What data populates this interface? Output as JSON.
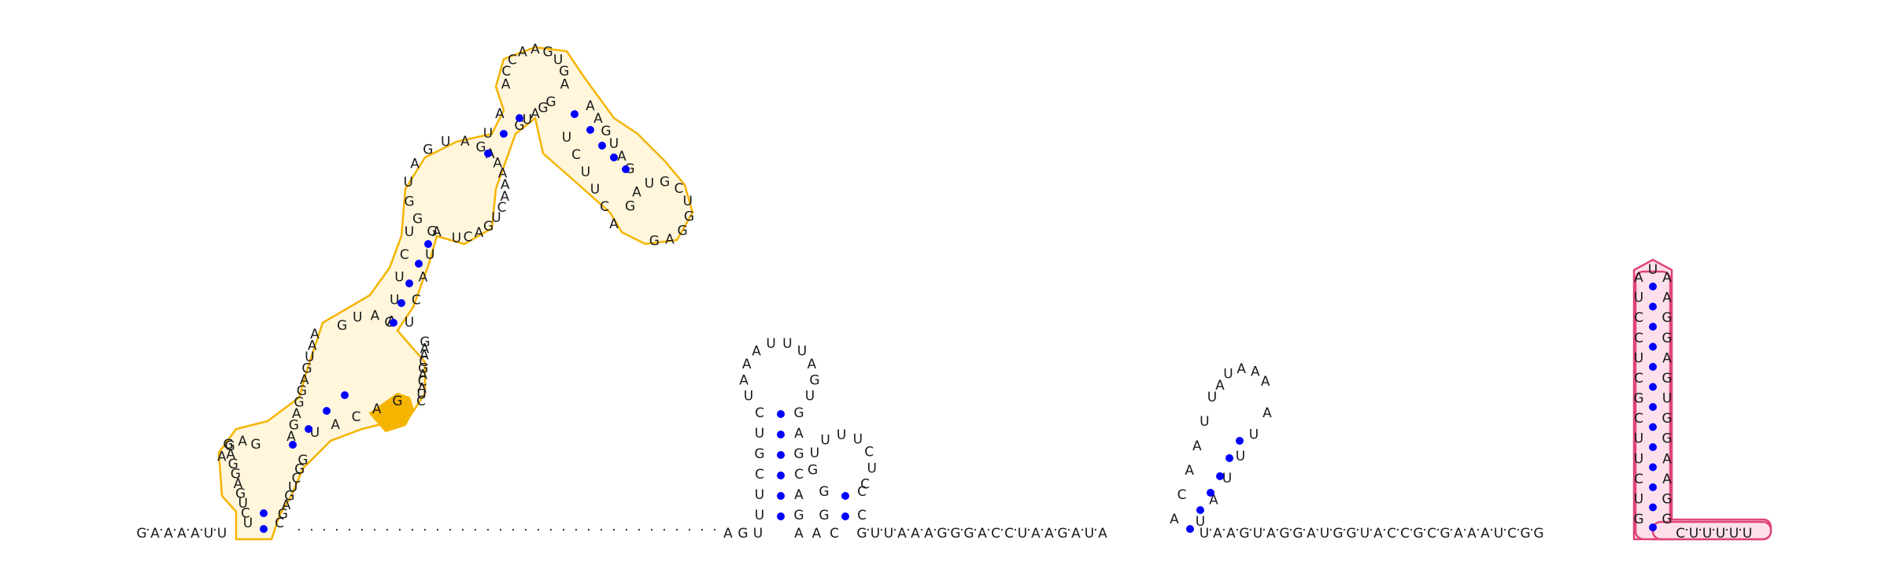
{
  "rna": {
    "linear_5prime": [
      "G",
      "A",
      "A",
      "A",
      "A",
      "U",
      "U"
    ],
    "linker": [
      "A",
      "G",
      "U"
    ],
    "stem1_inner_5": [
      "U",
      "U",
      "C",
      "G",
      "U",
      "C"
    ],
    "loop_hp1": [
      "U",
      "A",
      "A",
      "A",
      "U",
      "U",
      "U",
      "A",
      "G",
      "U"
    ],
    "hp1_right": [
      "G",
      "A",
      "G",
      "C",
      "A",
      "G"
    ],
    "mid_seq": [
      "A",
      "A",
      "C"
    ],
    "hp2_loop": [
      "G",
      "U",
      "U",
      "U",
      "U",
      "C",
      "U",
      "C"
    ],
    "run_after_hp2": [
      "G",
      "U",
      "U",
      "A",
      "A",
      "A",
      "G",
      "G",
      "G",
      "A",
      "C",
      "C",
      "U",
      "A",
      "A",
      "G",
      "A",
      "U",
      "A"
    ],
    "hp3_left": [
      "A",
      "C",
      "A",
      "A",
      "U",
      "U"
    ],
    "hp3_loop": [
      "A",
      "U",
      "A",
      "A",
      "A"
    ],
    "hp3_right": [
      "A",
      "U",
      "U",
      "U",
      "A",
      "U"
    ],
    "run_after_hp3": [
      "U",
      "A",
      "A",
      "G",
      "U",
      "A",
      "G",
      "G",
      "A",
      "U",
      "G",
      "G",
      "U",
      "A",
      "C",
      "C",
      "G",
      "C",
      "G",
      "A",
      "A",
      "A",
      "U",
      "C",
      "G",
      "G"
    ],
    "pink_left": [
      "A",
      "U",
      "C",
      "C",
      "U",
      "C",
      "G",
      "C",
      "U",
      "U",
      "C",
      "U",
      "G"
    ],
    "pink_loop": [
      "U"
    ],
    "pink_right": [
      "A",
      "A",
      "G",
      "G",
      "A",
      "G",
      "U",
      "G",
      "G",
      "A",
      "A",
      "G",
      "G"
    ],
    "tail_3prime": [
      "C",
      "U",
      "U",
      "U",
      "U",
      "U"
    ],
    "yellow_domain": {
      "bottom_hp_left": [
        "U",
        "C",
        "U",
        "G",
        "A",
        "G",
        "G",
        "A",
        "G"
      ],
      "bottom_hp_right": [
        "C",
        "G",
        "A",
        "G",
        "U",
        "C",
        "G",
        "G"
      ],
      "mid_left": [
        "A",
        "G",
        "A",
        "G",
        "G",
        "A",
        "G",
        "U",
        "A",
        "A"
      ],
      "mid_right": [
        "C",
        "U",
        "A",
        "C",
        "A",
        "G",
        "C",
        "A",
        "A",
        "G"
      ],
      "stem_mid_left": [
        "G",
        "U",
        "U",
        "C",
        "U"
      ],
      "stem_mid_right": [
        "U",
        "C",
        "A",
        "U",
        "A"
      ],
      "upper_loop_left": [
        "G",
        "G",
        "G",
        "U",
        "A",
        "G",
        "U",
        "A"
      ],
      "upper_loop_right": [
        "G",
        "A",
        "A",
        "A",
        "A",
        "A",
        "C",
        "U",
        "G",
        "A",
        "C",
        "U"
      ],
      "top_stem_left": [
        "U",
        "A"
      ],
      "top_loop": [
        "A",
        "C",
        "C",
        "A",
        "A",
        "G",
        "U",
        "G",
        "A"
      ],
      "top_stem_right": [
        "G",
        "U",
        "A",
        "G",
        "G"
      ],
      "right_arm_left": [
        "U",
        "C",
        "U",
        "U",
        "C",
        "A"
      ],
      "right_arm_right": [
        "A",
        "A",
        "G",
        "U",
        "A",
        "G"
      ],
      "right_loop": [
        "G",
        "A",
        "U",
        "G",
        "C",
        "U",
        "G",
        "G",
        "A",
        "G"
      ]
    }
  },
  "colors": {
    "pair_dot": "#0000ff",
    "domain_yellow": "#f5b400",
    "domain_yellow_fill": "#fff6dc",
    "domain_pink": "#e0447a",
    "domain_pink_fill": "#fde0ec",
    "highlight_orange": "#f5b400"
  }
}
